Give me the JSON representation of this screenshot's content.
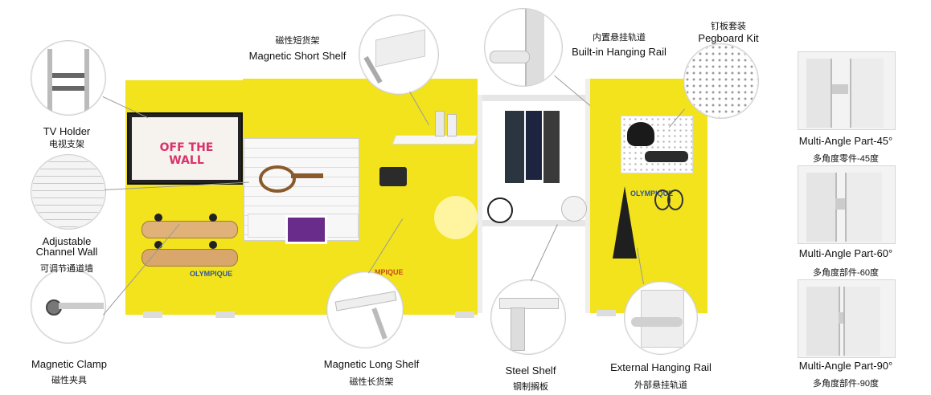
{
  "labels": {
    "tv_holder": {
      "en": "TV Holder",
      "cn": "电视支架"
    },
    "channel_wall": {
      "en1": "Adjustable",
      "en2": "Channel Wall",
      "cn": "可调节通道墙"
    },
    "magnetic_clamp": {
      "en": "Magnetic Clamp",
      "cn": "磁性夹具"
    },
    "short_shelf": {
      "en": "Magnetic Short Shelf",
      "cn": "磁性短货架"
    },
    "long_shelf": {
      "en": "Magnetic Long Shelf",
      "cn": "磁性长货架"
    },
    "hanging_rail": {
      "en": "Built-in Hanging Rail",
      "cn": "内置悬挂轨道"
    },
    "pegboard": {
      "en": "Pegboard Kit",
      "cn": "钉板套装"
    },
    "steel_shelf": {
      "en": "Steel Shelf",
      "cn": "钢制搁板"
    },
    "external_rail": {
      "en": "External Hanging Rail",
      "cn": "外部悬挂轨道"
    },
    "angle45": {
      "en": "Multi-Angle Part-45°",
      "cn": "多角度零件-45度"
    },
    "angle60": {
      "en": "Multi-Angle Part-60°",
      "cn": "多角度部件-60度"
    },
    "angle90": {
      "en": "Multi-Angle Part-90°",
      "cn": "多角度部件-90度"
    }
  },
  "wall_text": {
    "olympique_left": "OLYMPIQUE",
    "olympique_right": "OLYMPIQUE",
    "olympique_mid": "MPIQUE",
    "tv_brand": "OFF THE WALL"
  },
  "colors": {
    "wall_yellow": "#f2e31d",
    "frame": "#e6e6e6"
  }
}
